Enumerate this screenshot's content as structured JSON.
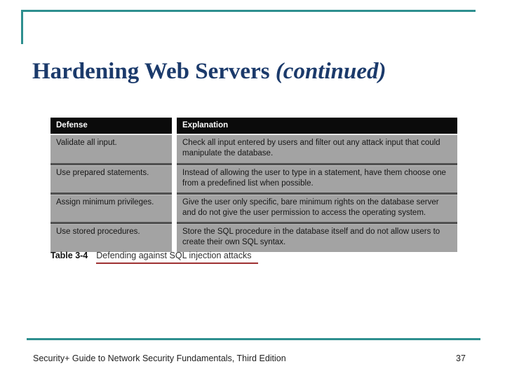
{
  "slide": {
    "title_main": "Hardening Web Servers ",
    "title_emphasis": "(continued)",
    "footer_text": "Security+ Guide to Network Security Fundamentals, Third Edition",
    "page_number": "37"
  },
  "colors": {
    "accent_teal": "#2E8F8F",
    "title_navy": "#1B3A6B",
    "caption_underline_red": "#9E3132",
    "table_header_bg": "#0B0B0B",
    "table_row_bg": "#A3A3A3"
  },
  "table": {
    "caption_label": "Table 3-4",
    "caption_text": "Defending against SQL injection attacks",
    "columns": [
      "Defense",
      "Explanation"
    ],
    "rows": [
      {
        "defense": "Validate all input.",
        "explanation": "Check all input entered by users and filter out any attack input that could manipulate the database."
      },
      {
        "defense": "Use prepared statements.",
        "explanation": "Instead of allowing the user to type in a statement, have them choose one from a predefined list when possible."
      },
      {
        "defense": "Assign minimum privileges.",
        "explanation": "Give the user only specific, bare minimum rights on the database server and do not give the user permission to access the operating system."
      },
      {
        "defense": "Use stored procedures.",
        "explanation": "Store the SQL procedure in the database itself and do not allow users to create their own SQL syntax."
      }
    ]
  }
}
